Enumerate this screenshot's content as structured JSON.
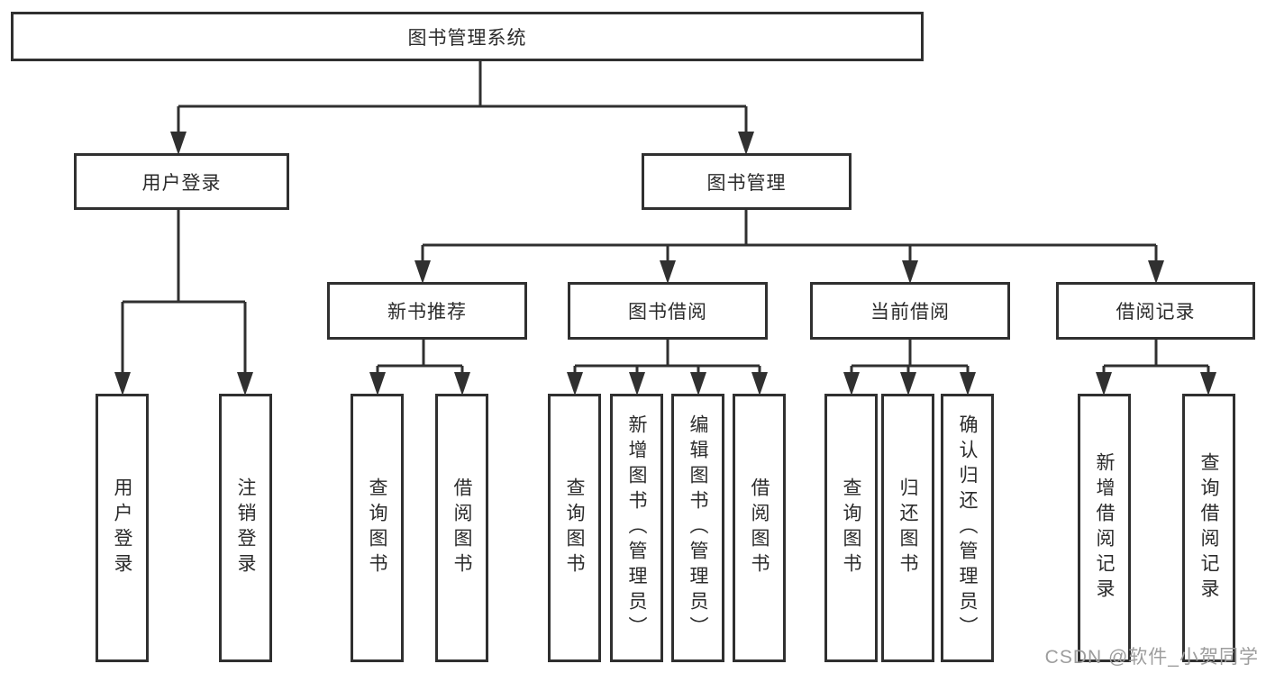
{
  "tree": {
    "root": {
      "label": "图书管理系统"
    },
    "user_login": {
      "label": "用户登录",
      "children": [
        {
          "label": "用户登录"
        },
        {
          "label": "注销登录"
        }
      ]
    },
    "book_mgmt": {
      "label": "图书管理",
      "groups": [
        {
          "label": "新书推荐",
          "children": [
            {
              "label": "查询图书"
            },
            {
              "label": "借阅图书"
            }
          ]
        },
        {
          "label": "图书借阅",
          "children": [
            {
              "label": "查询图书"
            },
            {
              "label": "新增图书（管理员）"
            },
            {
              "label": "编辑图书（管理员）"
            },
            {
              "label": "借阅图书"
            }
          ]
        },
        {
          "label": "当前借阅",
          "children": [
            {
              "label": "查询图书"
            },
            {
              "label": "归还图书"
            },
            {
              "label": "确认归还（管理员）"
            }
          ]
        },
        {
          "label": "借阅记录",
          "children": [
            {
              "label": "新增借阅记录"
            },
            {
              "label": "查询借阅记录"
            }
          ]
        }
      ]
    }
  },
  "watermark": {
    "text": "CSDN @软件_小贺同学"
  },
  "colors": {
    "line": "#303030",
    "box_border": "#303030",
    "text": "#2b2b2b",
    "watermark": "#9d9d9d",
    "background": "#ffffff"
  }
}
